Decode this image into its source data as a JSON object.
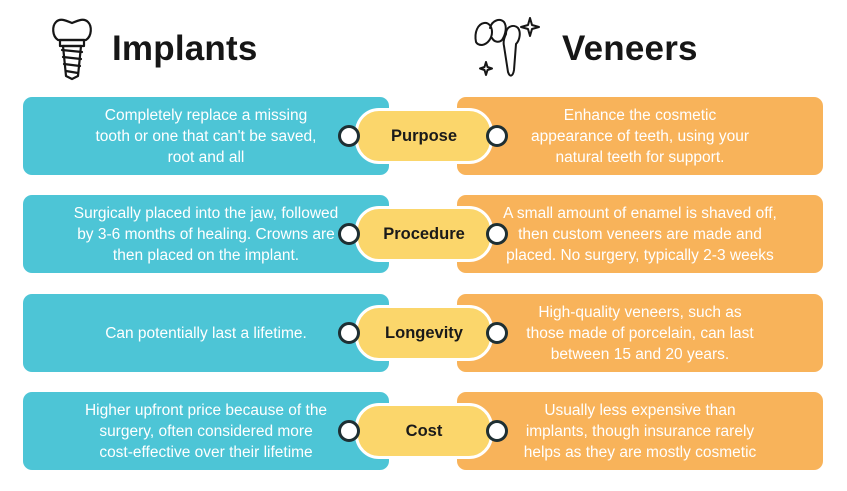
{
  "header": {
    "left_title": "Implants",
    "right_title": "Veneers",
    "left_icon": "dental-implant-icon",
    "right_icon": "veneer-tooth-sparkle-icon"
  },
  "colors": {
    "implants_box": "#4dc5d6",
    "veneers_box": "#f8b35a",
    "category_pill": "#fbd66b",
    "connector_outline": "#1e2f33"
  },
  "rows": [
    {
      "category": "Purpose",
      "implants": "Completely replace a missing\ntooth or one that can't be saved,\nroot and all",
      "veneers": "Enhance the cosmetic\nappearance of teeth, using your\nnatural teeth for support."
    },
    {
      "category": "Procedure",
      "implants": "Surgically placed into the jaw, followed\nby 3-6 months of healing. Crowns are\nthen placed on the implant.",
      "veneers": "A small amount of enamel is shaved off,\nthen custom veneers are made and\nplaced. No surgery, typically 2-3 weeks"
    },
    {
      "category": "Longevity",
      "implants": "Can potentially last a lifetime.",
      "veneers": "High-quality veneers, such as\nthose made of porcelain, can last\nbetween 15 and 20 years."
    },
    {
      "category": "Cost",
      "implants": "Higher upfront price because of the\nsurgery, often considered more\ncost-effective over their lifetime",
      "veneers": "Usually less expensive than\nimplants, though insurance rarely\nhelps  as they are mostly cosmetic"
    }
  ]
}
